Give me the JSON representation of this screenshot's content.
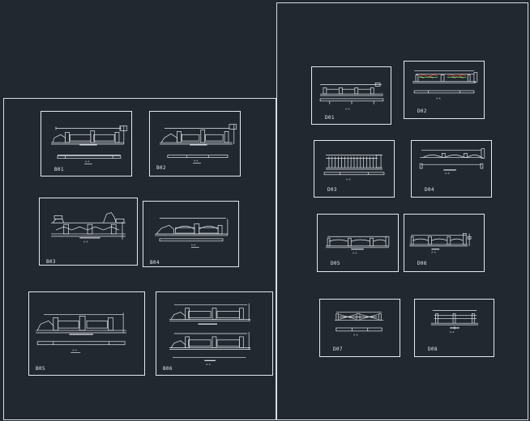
{
  "sheets": {
    "left": {
      "viewports": [
        "B01",
        "B02",
        "B03",
        "B04",
        "B05",
        "B06"
      ]
    },
    "right": {
      "viewports": [
        "D01",
        "D02",
        "D03",
        "D04",
        "D05",
        "D06",
        "D07",
        "D08"
      ]
    }
  },
  "colors": {
    "background": "#212830",
    "linework": "#e9ecef",
    "frame": "#d8dde2",
    "accent_red": "#e04a3a",
    "accent_green": "#4fc46b",
    "accent_yellow": "#e0c440"
  }
}
